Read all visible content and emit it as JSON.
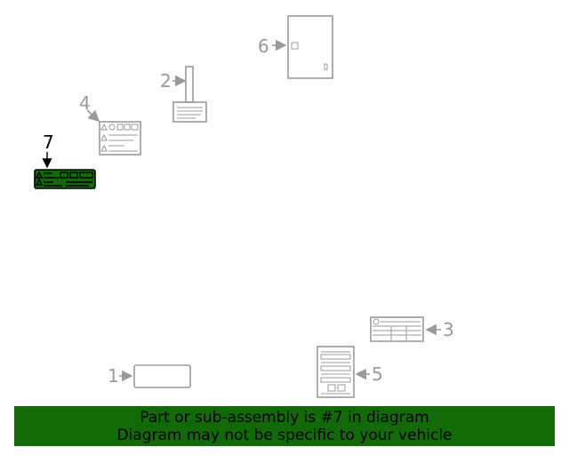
{
  "callouts": {
    "c1": "1",
    "c2": "2",
    "c3": "3",
    "c4": "4",
    "c5": "5",
    "c6": "6",
    "c7": "7"
  },
  "highlight_color": "#116a06",
  "banner": {
    "line1": "Part or sub-assembly is #7 in diagram",
    "line2": "Diagram may not be specific to your vehicle"
  }
}
